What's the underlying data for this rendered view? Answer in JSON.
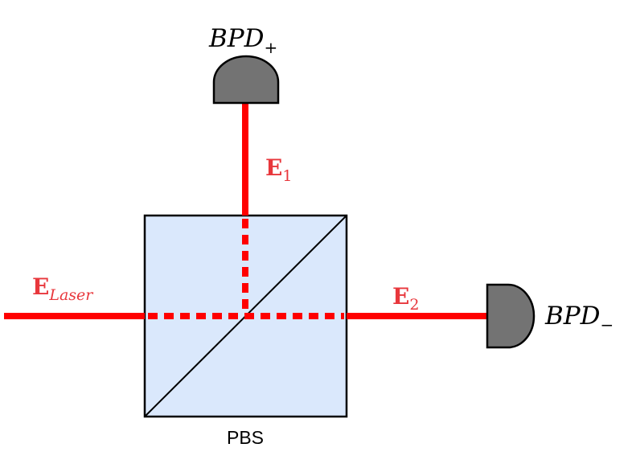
{
  "colors": {
    "beam": "#ff0000",
    "label_red": "#e8373c",
    "pbs_fill": "#dae8fc",
    "detector_fill": "#737373",
    "stroke": "#000000"
  },
  "pbs": {
    "label": "PBS"
  },
  "detectors": {
    "plus": {
      "name": "BPD",
      "subscript": "+"
    },
    "minus": {
      "name": "BPD",
      "subscript": "−"
    }
  },
  "fields": {
    "laser": {
      "symbol": "E",
      "subscript": "Laser"
    },
    "e1": {
      "symbol": "E",
      "subscript": "1"
    },
    "e2": {
      "symbol": "E",
      "subscript": "2"
    }
  }
}
